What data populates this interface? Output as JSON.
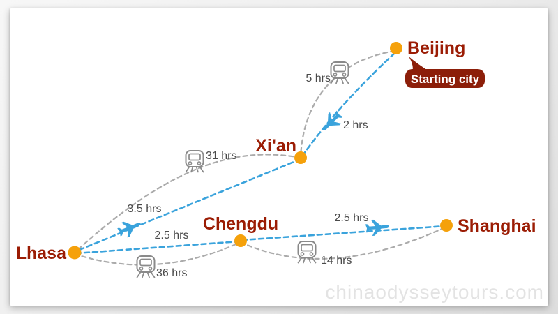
{
  "page": {
    "watermark": "chinaodysseytours.com"
  },
  "badge": {
    "label": "Starting city"
  },
  "colors": {
    "city_label": "#9b1c04",
    "city_marker": "#f5a10b",
    "flight_route": "#3aa3dc",
    "train_route": "#ababab",
    "duration_text": "#4a4a4a",
    "badge_background": "#8c1e09",
    "badge_text": "#ffffff"
  },
  "cities": [
    {
      "name": "Beijing"
    },
    {
      "name": "Xi'an"
    },
    {
      "name": "Chengdu"
    },
    {
      "name": "Lhasa"
    },
    {
      "name": "Shanghai"
    }
  ],
  "routes": [
    {
      "from": "Beijing",
      "to": "Xi'an",
      "mode": "train",
      "duration": "5 hrs"
    },
    {
      "from": "Beijing",
      "to": "Xi'an",
      "mode": "flight",
      "duration": "2 hrs"
    },
    {
      "from": "Xi'an",
      "to": "Lhasa",
      "mode": "train",
      "duration": "31 hrs"
    },
    {
      "from": "Xi'an",
      "to": "Lhasa",
      "mode": "flight",
      "duration": "3.5 hrs"
    },
    {
      "from": "Lhasa",
      "to": "Chengdu",
      "mode": "flight",
      "duration": "2.5 hrs"
    },
    {
      "from": "Lhasa",
      "to": "Chengdu",
      "mode": "train",
      "duration": "36 hrs"
    },
    {
      "from": "Chengdu",
      "to": "Shanghai",
      "mode": "flight",
      "duration": "2.5 hrs"
    },
    {
      "from": "Chengdu",
      "to": "Shanghai",
      "mode": "train",
      "duration": "14 hrs"
    }
  ]
}
